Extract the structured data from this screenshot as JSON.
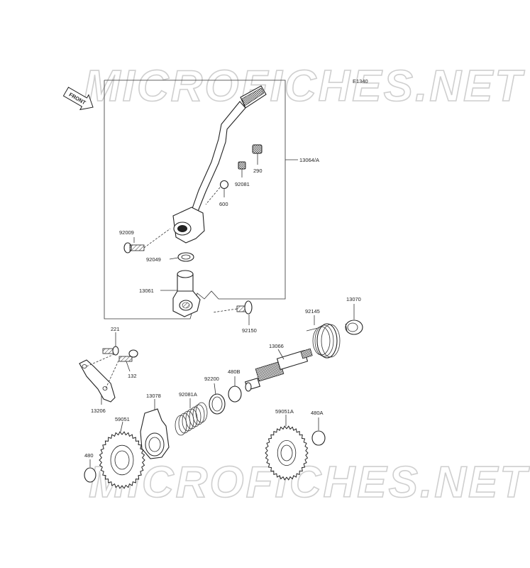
{
  "diagram_code": "E1340",
  "front_label": "FRONT",
  "watermark": "MICROFICHES.NET",
  "colors": {
    "line": "#333333",
    "watermark": "#cfcfcf",
    "background": "#ffffff"
  },
  "parts": [
    {
      "id": "13064A",
      "label": "13064/A"
    },
    {
      "id": "290",
      "label": "290"
    },
    {
      "id": "92081",
      "label": "92081"
    },
    {
      "id": "600",
      "label": "600"
    },
    {
      "id": "92009",
      "label": "92009"
    },
    {
      "id": "92049",
      "label": "92049"
    },
    {
      "id": "13061",
      "label": "13061"
    },
    {
      "id": "92150",
      "label": "92150"
    },
    {
      "id": "13070",
      "label": "13070"
    },
    {
      "id": "92145",
      "label": "92145"
    },
    {
      "id": "221",
      "label": "221"
    },
    {
      "id": "132",
      "label": "132"
    },
    {
      "id": "13066",
      "label": "13066"
    },
    {
      "id": "92200",
      "label": "92200"
    },
    {
      "id": "480B",
      "label": "480B"
    },
    {
      "id": "13206",
      "label": "13206"
    },
    {
      "id": "13078",
      "label": "13078"
    },
    {
      "id": "92081A",
      "label": "92081A"
    },
    {
      "id": "59051",
      "label": "59051"
    },
    {
      "id": "59051A",
      "label": "59051A"
    },
    {
      "id": "480A",
      "label": "480A"
    },
    {
      "id": "480",
      "label": "480"
    }
  ]
}
